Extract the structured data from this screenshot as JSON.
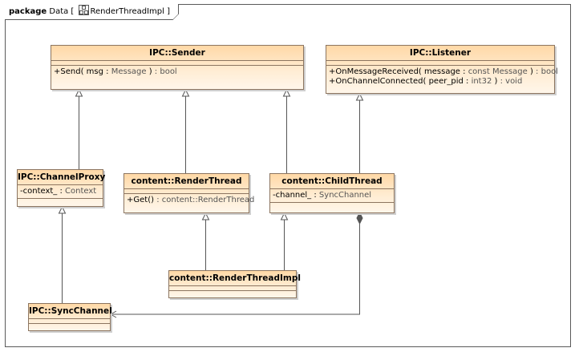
{
  "frame": {
    "keyword": "package",
    "name": "Data [",
    "diagram_icon": "class-diagram-icon",
    "diagram_name": "RenderThreadImpl ]"
  },
  "classes": {
    "ipc_sender": {
      "name": "IPC::Sender",
      "operations": [
        {
          "vis": "+",
          "name": "Send(",
          "param": " msg",
          "sep": " : ",
          "ptype": "Message",
          "close": " )",
          "ret": " : bool"
        }
      ]
    },
    "ipc_listener": {
      "name": "IPC::Listener",
      "operations": [
        {
          "vis": "+",
          "name": "OnMessageReceived(",
          "param": " message",
          "sep": " : ",
          "ptype": "const Message",
          "close": " )",
          "ret": " : bool"
        },
        {
          "vis": "+",
          "name": "OnChannelConnected(",
          "param": " peer_pid",
          "sep": " : ",
          "ptype": "int32",
          "close": " )",
          "ret": " : void"
        }
      ]
    },
    "channel_proxy": {
      "name": "IPC::ChannelProxy",
      "attributes": [
        {
          "vis": "-",
          "name": "context_",
          "sep": " : ",
          "type": "Context"
        }
      ]
    },
    "render_thread": {
      "name": "content::RenderThread",
      "operations": [
        {
          "vis": "+",
          "name": "Get()",
          "ret": " : content::RenderThread"
        }
      ]
    },
    "child_thread": {
      "name": "content::ChildThread",
      "attributes": [
        {
          "vis": "-",
          "name": "channel_",
          "sep": " : ",
          "type": "SyncChannel"
        }
      ]
    },
    "render_thread_impl": {
      "name": "content::RenderThreadImpl"
    },
    "sync_channel": {
      "name": "IPC::SyncChannel"
    }
  },
  "relationships": [
    {
      "kind": "generalization",
      "from": "channel_proxy",
      "to": "ipc_sender"
    },
    {
      "kind": "generalization",
      "from": "render_thread",
      "to": "ipc_sender"
    },
    {
      "kind": "generalization",
      "from": "child_thread",
      "to": "ipc_sender"
    },
    {
      "kind": "generalization",
      "from": "child_thread",
      "to": "ipc_listener"
    },
    {
      "kind": "generalization",
      "from": "sync_channel",
      "to": "channel_proxy"
    },
    {
      "kind": "generalization",
      "from": "render_thread_impl",
      "to": "render_thread"
    },
    {
      "kind": "generalization",
      "from": "render_thread_impl",
      "to": "child_thread"
    },
    {
      "kind": "composition",
      "whole": "child_thread",
      "part": "sync_channel"
    }
  ],
  "colors": {
    "class_fill_top": "#ffd8a6",
    "class_fill_bottom": "#fff6ea",
    "class_border": "#8c7560",
    "line": "#555555"
  }
}
